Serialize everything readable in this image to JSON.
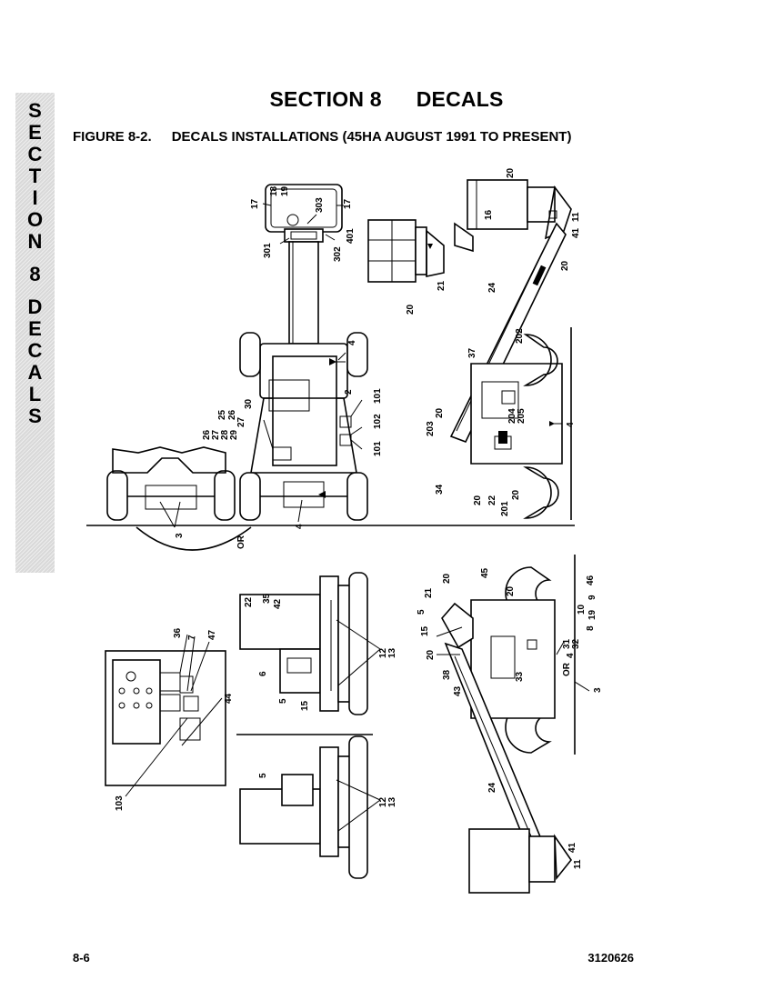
{
  "side_tab": {
    "letters": [
      "S",
      "E",
      "C",
      "T",
      "I",
      "O",
      "N",
      "",
      "8",
      "",
      "D",
      "E",
      "C",
      "A",
      "L",
      "S"
    ]
  },
  "header": {
    "section_number": "SECTION 8",
    "section_name": "DECALS"
  },
  "figure": {
    "number": "FIGURE 8-2.",
    "caption": "DECALS INSTALLATIONS (45HA AUGUST 1991 TO PRESENT)"
  },
  "callouts": {
    "c17a": "17",
    "c17b": "17",
    "c18": "18",
    "c19": "19",
    "c303": "303",
    "c401": "401",
    "c301": "301",
    "c302": "302",
    "c4a": "4",
    "c2": "2",
    "c101a": "101",
    "c102": "102",
    "c101b": "101",
    "c30": "30",
    "c25a": "25",
    "c26a": "26",
    "c27a": "27",
    "c26b": "26",
    "c27b": "27",
    "c28": "28",
    "c29": "29",
    "c3a": "3",
    "c4b": "4",
    "or1": "OR",
    "c20a": "20",
    "c16": "16",
    "c41a": "41",
    "c11a": "11",
    "c21a": "21",
    "c20b": "20",
    "c20c": "20",
    "c24a": "24",
    "c202": "202",
    "c37": "37",
    "c20d": "20",
    "c203": "203",
    "c204": "204",
    "c205": "205",
    "c4c": "4",
    "c34": "34",
    "c20e": "20",
    "c22a": "22",
    "c201": "201",
    "c20f": "20",
    "c36": "36",
    "c7": "7",
    "c47": "47",
    "c44": "44",
    "c103": "103",
    "c22b": "22",
    "c35": "35",
    "c42": "42",
    "c6": "6",
    "c5a": "5",
    "c15a": "15",
    "c12a": "12",
    "c13a": "13",
    "c5b": "5",
    "c12b": "12",
    "c13b": "13",
    "c20g": "20",
    "c45": "45",
    "c21b": "21",
    "c5c": "5",
    "c15b": "15",
    "c20h": "20",
    "c20i": "20",
    "c38": "38",
    "c43": "43",
    "c33": "33",
    "c46": "46",
    "c9": "9",
    "c10": "10",
    "c19b": "19",
    "c8": "8",
    "c31": "31",
    "c32": "32",
    "c4d": "4",
    "or2": "OR",
    "c3b": "3",
    "c24b": "24",
    "c41b": "41",
    "c11b": "11"
  },
  "footer": {
    "page": "8-6",
    "doc_number": "3120626"
  }
}
